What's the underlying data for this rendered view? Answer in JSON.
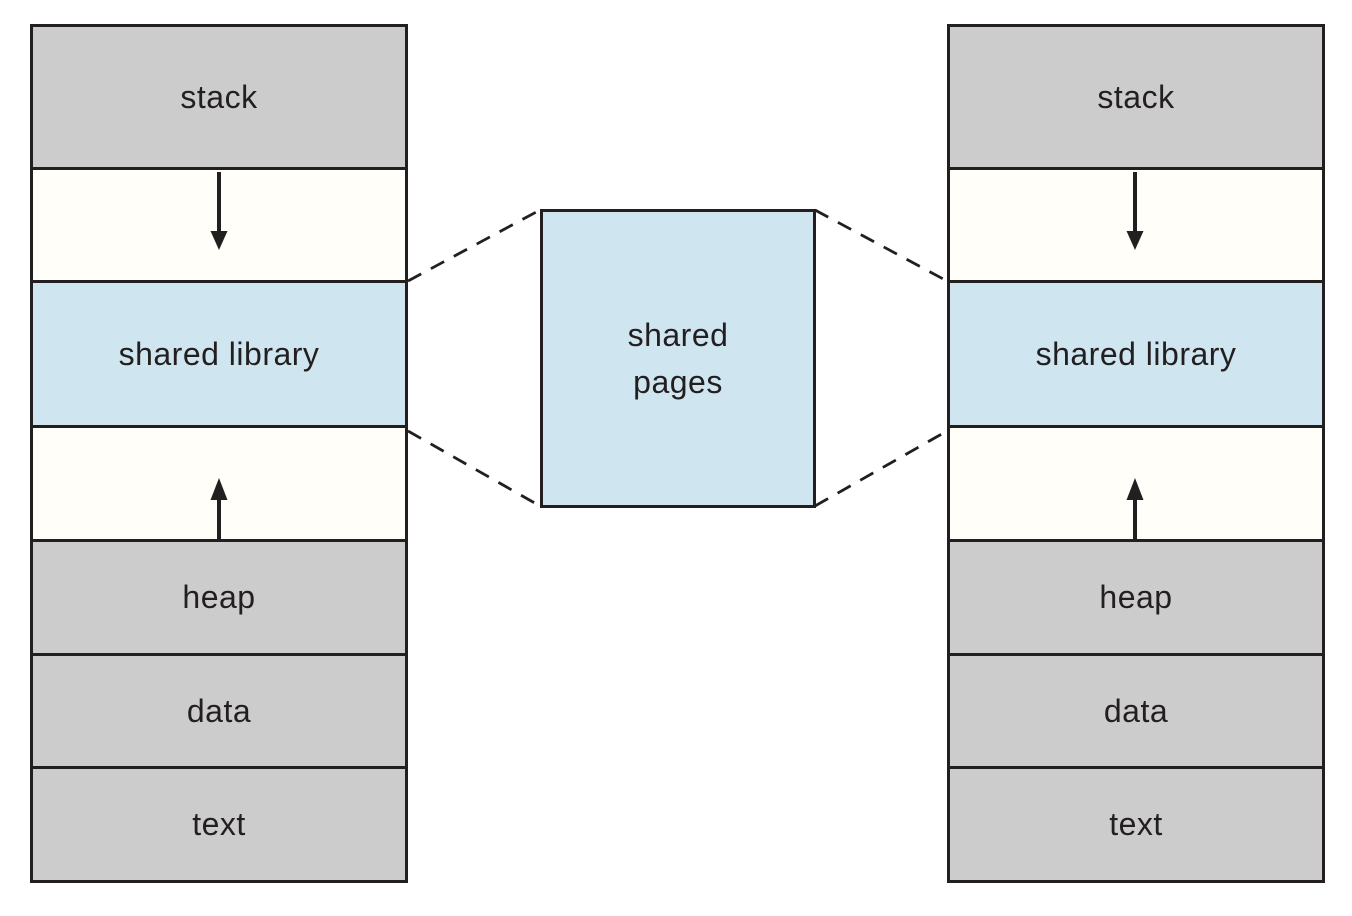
{
  "colors": {
    "background": "#ffffff",
    "region_gray": "#cccccc",
    "region_blue": "#cfe5ef",
    "region_white": "#fffef8",
    "line_color": "#231f20",
    "text_color": "#231f20"
  },
  "center_box": {
    "label": "shared\npages"
  },
  "processes": [
    {
      "side": "left",
      "stack_label": "stack",
      "shared_library_label": "shared library",
      "heap_label": "heap",
      "data_label": "data",
      "text_label": "text"
    },
    {
      "side": "right",
      "stack_label": "stack",
      "shared_library_label": "shared library",
      "heap_label": "heap",
      "data_label": "data",
      "text_label": "text"
    }
  ]
}
